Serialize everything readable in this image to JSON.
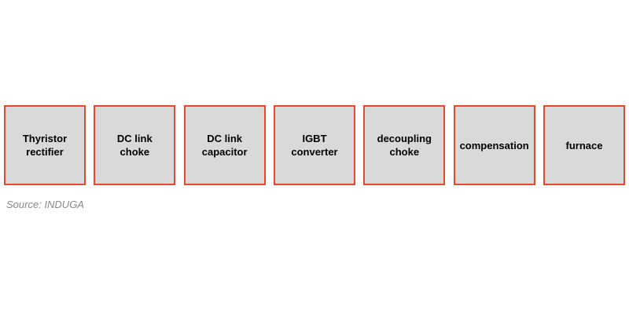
{
  "diagram": {
    "blocks": [
      {
        "label": "Thyristor rectifier",
        "lines": [
          "Thyristor",
          "rectifier"
        ]
      },
      {
        "label": "DC link choke",
        "lines": [
          "DC link",
          "choke"
        ]
      },
      {
        "label": "DC link capacitor",
        "lines": [
          "DC link",
          "capacitor"
        ]
      },
      {
        "label": "IGBT converter",
        "lines": [
          "IGBT",
          "converter"
        ]
      },
      {
        "label": "decoupling choke",
        "lines": [
          "decoupling",
          "choke"
        ]
      },
      {
        "label": "compensation",
        "lines": [
          "compensation"
        ]
      },
      {
        "label": "furnace",
        "lines": [
          "furnace"
        ]
      }
    ],
    "source_note": "Source: INDUGA",
    "colors": {
      "block_border": "#E8492D",
      "block_fill": "#D9D9D9",
      "label_text": "#000000",
      "source_text": "#898989",
      "background": "#FFFFFF"
    }
  }
}
